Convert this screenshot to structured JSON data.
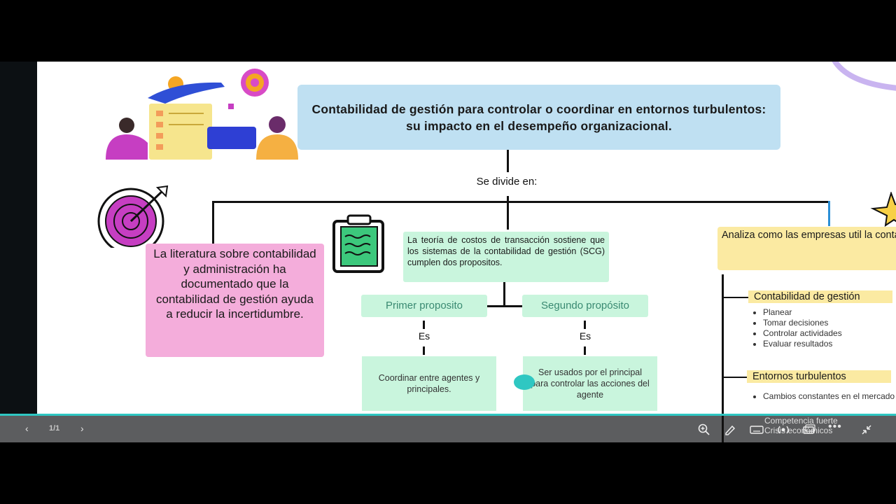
{
  "title": "Contabilidad de gestión para controlar o coordinar en entornos turbulentos: su impacto en el desempeño organizacional.",
  "divide_label": "Se divide en:",
  "literature_text": "La literatura sobre contabilidad y administración ha documentado que la contabilidad de gestión ayuda a reducir la incertidumbre.",
  "theory_text": "La teoría de costos de transacción sostiene que los sistemas de la contabilidad de gestión (SCG) cumplen dos propositos.",
  "purpose1": {
    "label": "Primer proposito",
    "es": "Es",
    "result": "Coordinar entre agentes y principales."
  },
  "purpose2": {
    "label": "Segundo propósito",
    "es": "Es",
    "result": "Ser usados por el principal para controlar las acciones del agente"
  },
  "right_intro": "Analiza como las empresas util la contabilidad de gestión cuand entorno es cambiante.",
  "section_cg": {
    "label": "Contabilidad de gestión",
    "items": [
      "Planear",
      "Tomar decisiones",
      "Controlar actividades",
      "Evaluar resultados"
    ]
  },
  "section_et": {
    "label": "Entornos turbulentos",
    "items": [
      "Cambios constantes en el mercado",
      "Competencia fuerte",
      "Crisis económicos"
    ]
  },
  "viewer": {
    "page_indicator": "1/1",
    "accent_color": "#2fc7c2",
    "bar_color": "#5c5d5f",
    "icons": [
      "prev-icon",
      "next-icon",
      "zoom-icon",
      "pen-icon",
      "keyboard-icon",
      "broadcast-icon",
      "screens-icon",
      "more-icon",
      "collapse-icon"
    ]
  },
  "colors": {
    "title_bg": "#bfe0f2",
    "pink": "#f4addb",
    "green": "#c9f5dd",
    "yellow": "#fbeaa2",
    "teal_dot": "#2fc7c2"
  }
}
